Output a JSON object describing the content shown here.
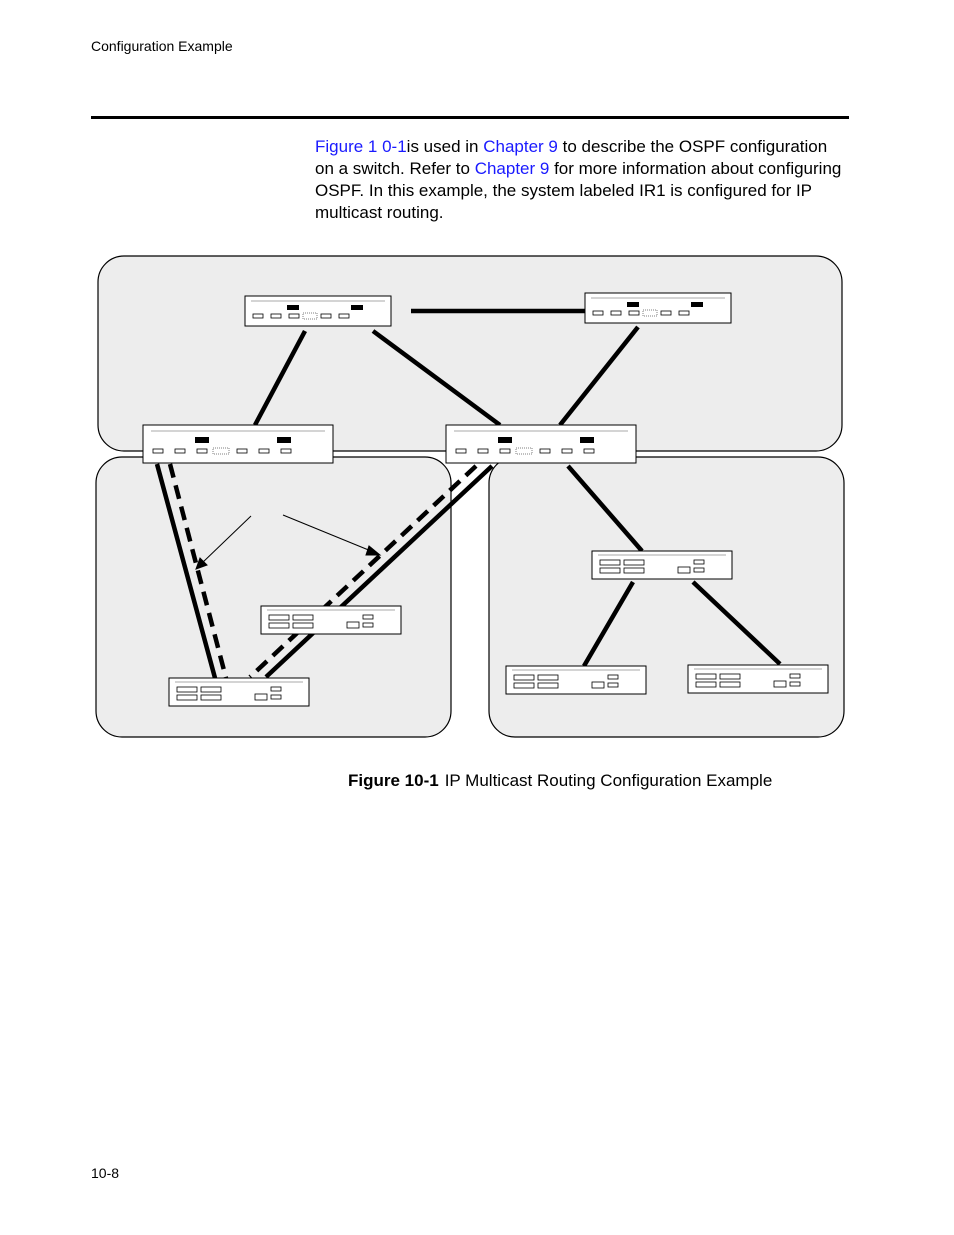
{
  "header": {
    "section_title": "Configuration Example"
  },
  "intro": {
    "link1": "Figure 1 0-1",
    "text1": "is used in ",
    "link2": "Chapter 9",
    "text2": " to describe the OSPF configuration on a switch. Refer to ",
    "link3": "Chapter 9",
    "text3": " for more information about configuring OSPF. In this example, the system labeled IR1 is configured for IP multicast routing."
  },
  "figure": {
    "number": "Figure 10-1",
    "caption": "IP Multicast Routing Configuration Example"
  },
  "footer": {
    "page_number": "10-8"
  },
  "colors": {
    "area_fill": "#ededed",
    "line": "#000000",
    "link": "#1a1aff"
  }
}
